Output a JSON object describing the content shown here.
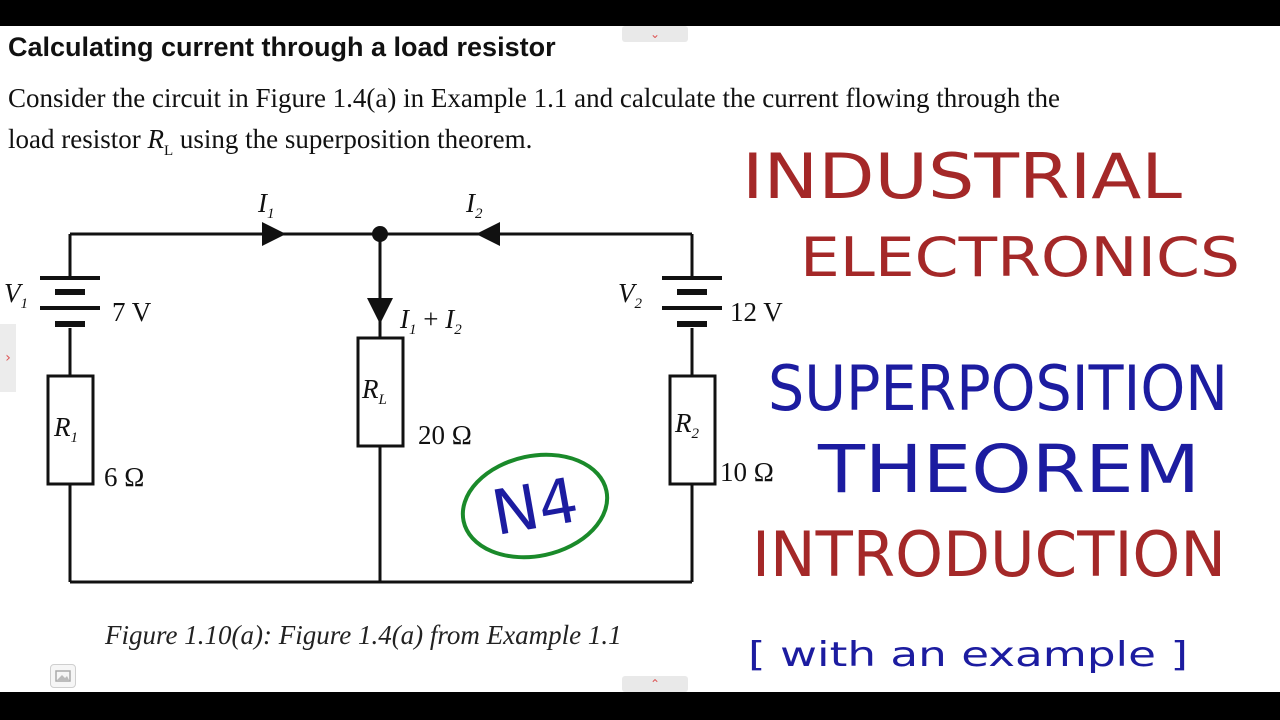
{
  "document": {
    "heading": "Calculating current through a load resistor",
    "paragraph_line1": "Consider the circuit in Figure 1.4(a) in Example 1.1 and calculate the current flowing through the",
    "paragraph_line2_a": "load resistor ",
    "paragraph_line2_symbol": "R",
    "paragraph_line2_sub": "L",
    "paragraph_line2_b": " using the superposition theorem.",
    "caption": "Figure 1.10(a): Figure 1.4(a) from Example 1.1"
  },
  "circuit": {
    "i1_label": "I",
    "i1_sub": "1",
    "i2_label": "I",
    "i2_sub": "2",
    "isum_a": "I",
    "isum_a_sub": "1",
    "isum_plus": " + ",
    "isum_b": "I",
    "isum_b_sub": "2",
    "v1_label": "V",
    "v1_sub": "1",
    "v1_value": "7 V",
    "v2_label": "V",
    "v2_sub": "2",
    "v2_value": "12 V",
    "r1_label": "R",
    "r1_sub": "1",
    "r1_value": "6 Ω",
    "rl_label": "R",
    "rl_sub": "L",
    "rl_value": "20 Ω",
    "r2_label": "R",
    "r2_sub": "2",
    "r2_value": "10 Ω"
  },
  "annotations": {
    "line1": "INDUSTRIAL",
    "line2": "ELECTRONICS",
    "line3": "SUPERPOSITION",
    "line4": "THEOREM",
    "line5": "INTRODUCTION",
    "line6": "[ with  an  example ]",
    "badge": "N4",
    "colors": {
      "red": "#a42828",
      "blue": "#1c1ca0",
      "green": "#1a8a2a"
    }
  },
  "ui": {
    "chevron_down": "⌄",
    "chevron_up": "⌃",
    "chevron_right": "›"
  }
}
